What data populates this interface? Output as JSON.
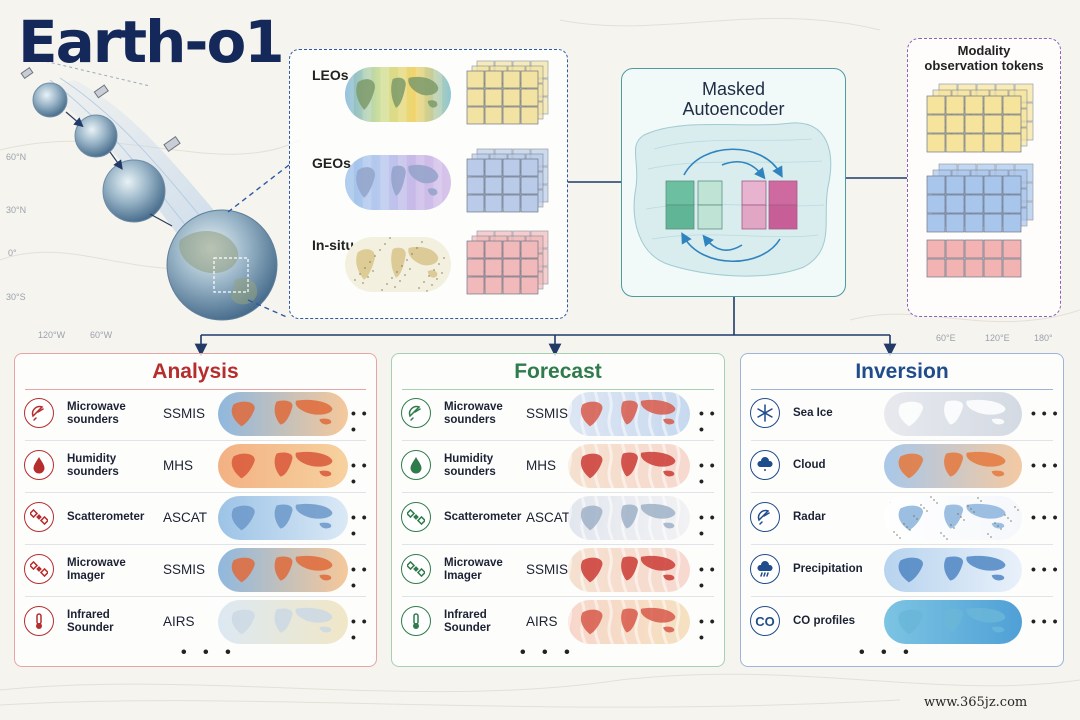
{
  "title": "Earth-o1",
  "coords": {
    "left": [
      "60°N",
      "30°N",
      "0°",
      "30°S"
    ],
    "bottom_left": [
      "120°W",
      "60°W"
    ],
    "bottom_right": [
      "60°E",
      "120°E",
      "180°"
    ]
  },
  "sources": [
    {
      "label": "LEOs",
      "cube_color": "#f3e3a2",
      "map": "leo"
    },
    {
      "label": "GEOs",
      "cube_color": "#b9cbe8",
      "map": "geo"
    },
    {
      "label": "In-situs",
      "cube_color": "#f1b9b9",
      "map": "insitu"
    }
  ],
  "mae": {
    "title_line1": "Masked",
    "title_line2": "Autoencoder"
  },
  "tokens": {
    "title_line1": "Modality",
    "title_line2": "observation tokens",
    "colors": [
      "#f6e49c",
      "#a8c6ec",
      "#f3b3b3"
    ]
  },
  "panels": [
    {
      "title": "Analysis",
      "accent": "#b62d2d",
      "border": "#e7a4a4",
      "rows": [
        {
          "label1": "Microwave",
          "label2": "sounders",
          "sensor": "SSMIS",
          "icon": "satellite-dish-icon",
          "map": "warm"
        },
        {
          "label1": "Humidity",
          "label2": "sounders",
          "sensor": "MHS",
          "icon": "water-drop-icon",
          "map": "warm2"
        },
        {
          "label1": "Scatterometer",
          "label2": "",
          "sensor": "ASCAT",
          "icon": "satellite-icon",
          "map": "cool"
        },
        {
          "label1": "Microwave",
          "label2": "Imager",
          "sensor": "SSMIS",
          "icon": "satellite-icon",
          "map": "warm"
        },
        {
          "label1": "Infrared",
          "label2": "Sounder",
          "sensor": "AIRS",
          "icon": "thermometer-icon",
          "map": "pale"
        }
      ],
      "more": "• • •",
      "row_more": "• • •"
    },
    {
      "title": "Forecast",
      "accent": "#2f7b4b",
      "border": "#a7cfb3",
      "rows": [
        {
          "label1": "Microwave",
          "label2": "sounders",
          "sensor": "SSMIS",
          "icon": "satellite-dish-icon",
          "map": "stripe"
        },
        {
          "label1": "Humidity",
          "label2": "sounders",
          "sensor": "MHS",
          "icon": "water-drop-icon",
          "map": "stripe2"
        },
        {
          "label1": "Scatterometer",
          "label2": "",
          "sensor": "ASCAT",
          "icon": "satellite-icon",
          "map": "stripe3"
        },
        {
          "label1": "Microwave",
          "label2": "Imager",
          "sensor": "SSMIS",
          "icon": "satellite-icon",
          "map": "stripe2"
        },
        {
          "label1": "Infrared",
          "label2": "Sounder",
          "sensor": "AIRS",
          "icon": "thermometer-icon",
          "map": "stripe4"
        }
      ],
      "more": "• • •",
      "row_more": "• • •"
    },
    {
      "title": "Inversion",
      "accent": "#1f4c8a",
      "border": "#9fb4d6",
      "rows": [
        {
          "label1": "Sea Ice",
          "label2": "",
          "sensor": "",
          "icon": "snowflake-icon",
          "map": "ice"
        },
        {
          "label1": "Cloud",
          "label2": "",
          "sensor": "",
          "icon": "cloud-icon",
          "map": "cloud"
        },
        {
          "label1": "Radar",
          "label2": "",
          "sensor": "",
          "icon": "radar-dish-icon",
          "map": "radar"
        },
        {
          "label1": "Precipitation",
          "label2": "",
          "sensor": "",
          "icon": "rain-cloud-icon",
          "map": "precip"
        },
        {
          "label1": "CO profiles",
          "label2": "",
          "sensor": "",
          "icon": "co-icon",
          "icon_text": "CO",
          "map": "co"
        }
      ],
      "more": "• • •",
      "row_more": "• • •"
    }
  ],
  "watermark": "www.365jz.com"
}
